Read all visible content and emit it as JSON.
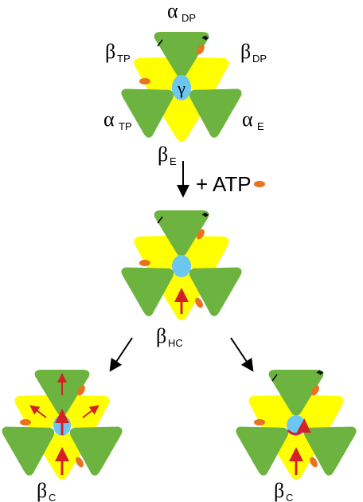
{
  "colors": {
    "alpha": "#6db33f",
    "beta": "#ffff00",
    "gamma": "#6cc7f0",
    "nucleotide": "#e8731e",
    "arrow_red": "#d42027",
    "arrow_black": "#000000"
  },
  "top": {
    "alpha_dp": {
      "sym": "α",
      "sub": "DP"
    },
    "beta_tp": {
      "sym": "β",
      "sub": "TP"
    },
    "beta_dp": {
      "sym": "β",
      "sub": "DP"
    },
    "alpha_tp": {
      "sym": "α",
      "sub": "TP"
    },
    "alpha_e": {
      "sym": "α",
      "sub": "E"
    },
    "beta_e": {
      "sym": "β",
      "sub": "E"
    },
    "gamma": "γ"
  },
  "step_label": "+ ATP",
  "middle": {
    "beta_hc": {
      "sym": "β",
      "sub": "HC"
    }
  },
  "bottom_left": {
    "beta_c": {
      "sym": "β",
      "sub": "C"
    }
  },
  "bottom_right": {
    "beta_c": {
      "sym": "β",
      "sub": "C"
    }
  }
}
